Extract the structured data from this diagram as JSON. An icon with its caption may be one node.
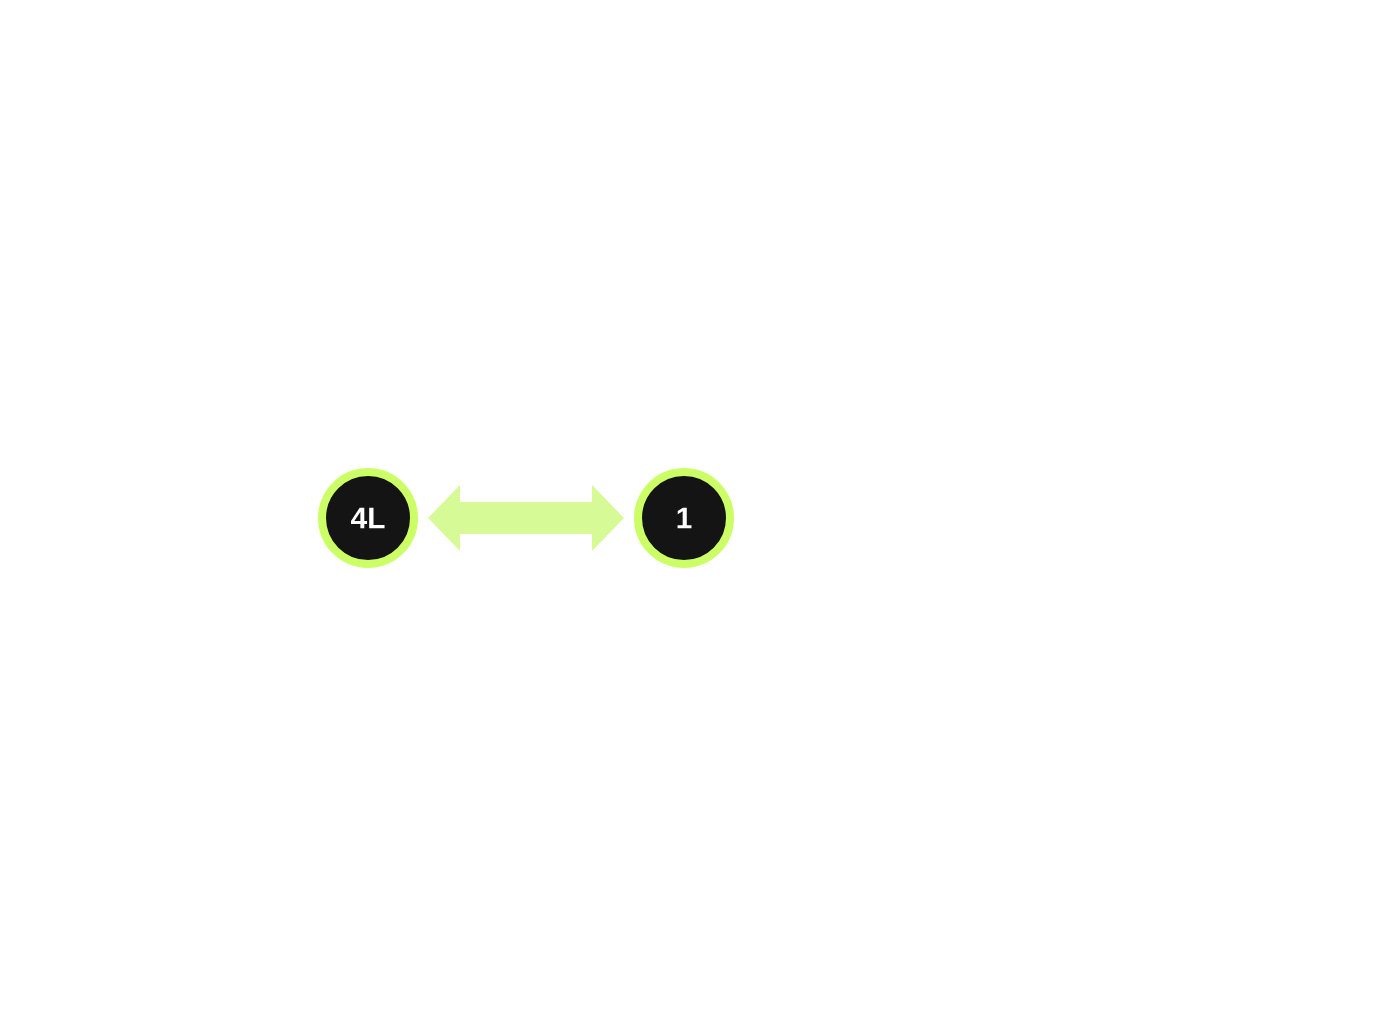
{
  "diagram": {
    "nodes": [
      {
        "text": [
          "4L"
        ]
      },
      {
        "text": [
          "1"
        ]
      }
    ],
    "edges": [
      {
        "from": 0,
        "to": 1,
        "arrow": "both"
      }
    ]
  }
}
